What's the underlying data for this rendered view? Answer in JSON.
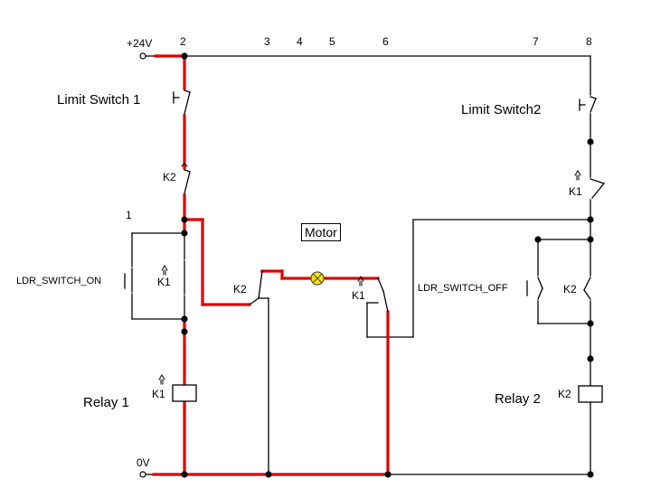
{
  "supply": {
    "positive": "+24V",
    "ground": "0V"
  },
  "node_numbers": [
    "2",
    "3",
    "4",
    "5",
    "6",
    "7",
    "8",
    "1"
  ],
  "components": {
    "limit_switch_1": "Limit  Switch 1",
    "limit_switch_2": "Limit  Switch2",
    "ldr_switch_on": "LDR_SWITCH_ON",
    "ldr_switch_off": "LDR_SWITCH_OFF",
    "motor": "Motor",
    "relay_1": "Relay  1",
    "relay_2": "Relay  2"
  },
  "contact_labels": {
    "k2_left_series": "K2",
    "k1_left_hold": "K1",
    "k1_relay_coil": "K1",
    "k2_motor_left": "K2",
    "k1_motor_right": "K1",
    "k1_right_series": "K1",
    "k2_right_hold": "K2",
    "k2_relay_coil": "K2"
  },
  "colors": {
    "wire": "#000000",
    "energized_wire": "#e00000",
    "lamp_fill": "#ffe800",
    "background": "#ffffff"
  },
  "icons": {
    "motor_symbol": "lamp-cross-circle",
    "relay_coil": "rectangle-coil",
    "switch_contact": "normally-open-contact"
  }
}
